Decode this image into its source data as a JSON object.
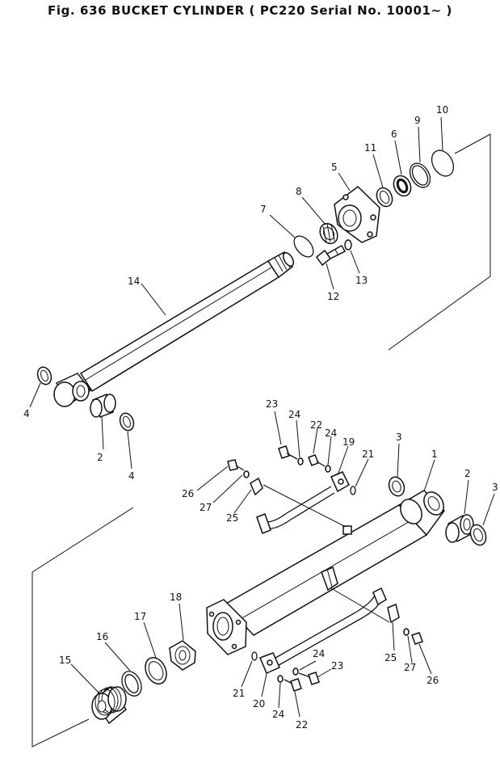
{
  "figure": {
    "title": "Fig. 636  BUCKET  CYLINDER  ( PC220  Serial  No.  10001∼ )"
  },
  "callouts": {
    "c1": "1",
    "c2a": "2",
    "c2b": "2",
    "c3a": "3",
    "c3b": "3",
    "c4a": "4",
    "c4b": "4",
    "c5": "5",
    "c6": "6",
    "c7": "7",
    "c8": "8",
    "c9": "9",
    "c10": "10",
    "c11": "11",
    "c12": "12",
    "c13": "13",
    "c14": "14",
    "c15": "15",
    "c16": "16",
    "c17": "17",
    "c18": "18",
    "c19": "19",
    "c20": "20",
    "c21a": "21",
    "c21b": "21",
    "c22a": "22",
    "c22b": "22",
    "c23a": "23",
    "c23b": "23",
    "c24a": "24",
    "c24b": "24",
    "c24c": "24",
    "c24d": "24",
    "c25a": "25",
    "c25b": "25",
    "c26a": "26",
    "c26b": "26",
    "c27a": "27",
    "c27b": "27"
  }
}
